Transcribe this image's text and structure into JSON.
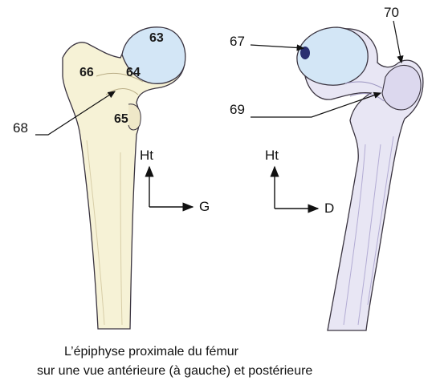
{
  "labels": {
    "n63": "63",
    "n64": "64",
    "n65": "65",
    "n66": "66",
    "n67": "67",
    "n68": "68",
    "n69": "69",
    "n70": "70"
  },
  "axes": {
    "left": {
      "up": "Ht",
      "right": "G"
    },
    "right": {
      "up": "Ht",
      "right": "D"
    }
  },
  "caption": {
    "line1": "L’épiphyse proximale du fémur",
    "line2": "sur une vue antérieure (à gauche) et postérieure"
  },
  "colors": {
    "bone": "#f6f2d6",
    "bone_shadow": "#e4dcc0",
    "posterior_bone": "#e8e6f4",
    "posterior_shadow": "#c9c4e0",
    "head": "#d3e6f6",
    "outline": "#3a3440"
  }
}
